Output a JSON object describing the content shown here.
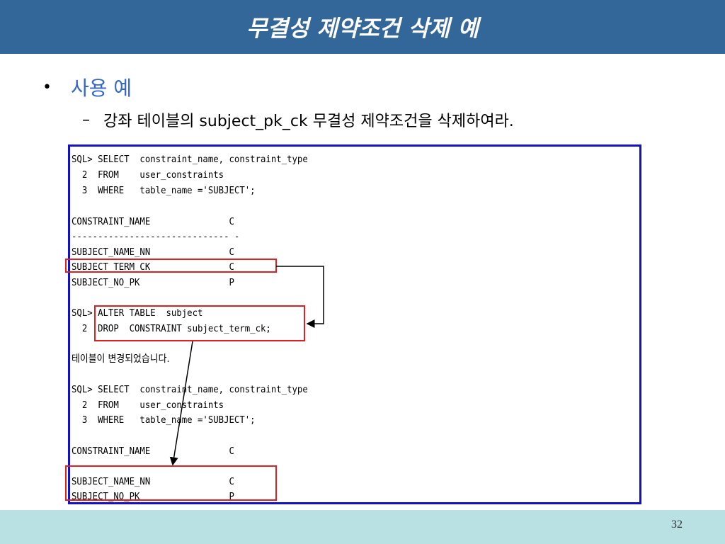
{
  "slide": {
    "title": "무결성 제약조건 삭제 예",
    "bullet": "사용 예",
    "sub_bullet": "강좌 테이블의 subject_pk_ck 무결성 제약조건을 삭제하여라.",
    "page_number": "32"
  },
  "console": {
    "lines": [
      "SQL> SELECT  constraint_name, constraint_type",
      "  2  FROM    user_constraints",
      "  3  WHERE   table_name ='SUBJECT';",
      "",
      "CONSTRAINT_NAME               C",
      "------------------------------ -",
      "SUBJECT_NAME_NN               C",
      "SUBJECT_TERM_CK               C",
      "SUBJECT_NO_PK                 P",
      "",
      "SQL> ALTER TABLE  subject",
      "  2  DROP  CONSTRAINT subject_term_ck;",
      "",
      "테이블이 변경되었습니다.",
      "",
      "SQL> SELECT  constraint_name, constraint_type",
      "  2  FROM    user_constraints",
      "  3  WHERE   table_name ='SUBJECT';",
      "",
      "CONSTRAINT_NAME               C",
      "------------------------------ -",
      "SUBJECT_NAME_NN               C",
      "SUBJECT_NO_PK                 P"
    ]
  },
  "colors": {
    "title_bar": "#336699",
    "bullet_text": "#3366cc",
    "console_border": "#1111cc",
    "highlight_box": "#e02020",
    "footer_bar": "#b9e0e3"
  }
}
